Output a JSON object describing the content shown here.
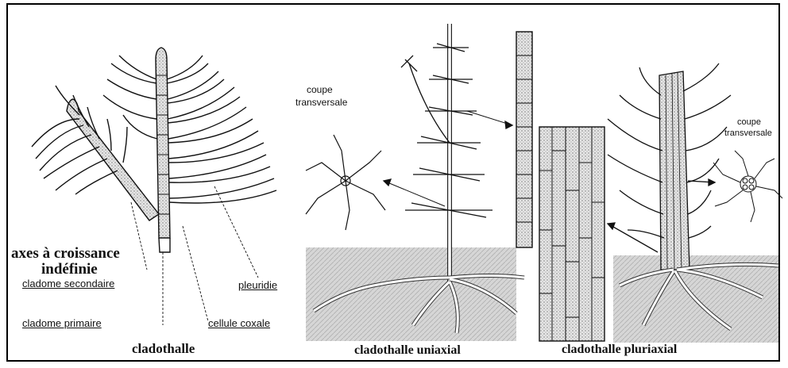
{
  "panels": {
    "left": {
      "caption": "cladothalle",
      "labels": {
        "axes_line1": "axes à croissance",
        "axes_line2": "indéfinie",
        "cladome_secondaire": "cladome secondaire",
        "cladome_primaire": "cladome primaire",
        "pleuridie": "pleuridie",
        "cellule_coxale": "cellule coxale"
      }
    },
    "middle": {
      "caption": "cladothalle uniaxial",
      "section_label_1": "coupe",
      "section_label_2": "transversale"
    },
    "right": {
      "caption": "cladothalle pluriaxial",
      "section_label_1": "coupe",
      "section_label_2": "transversale"
    }
  },
  "colors": {
    "ink": "#111111",
    "stipple": "#9a9a9a",
    "ground": "#cfcfcf"
  }
}
